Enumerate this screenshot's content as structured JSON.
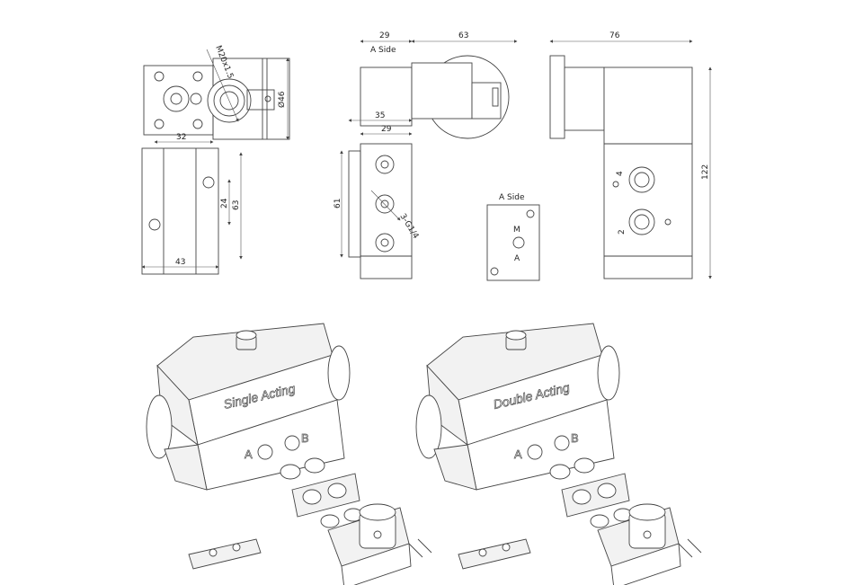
{
  "front_view": {
    "thread_label": "M20x1.5",
    "diameter_label": "Ø46",
    "dim_width_top": "32",
    "dim_hole_spacing": "24",
    "dim_height": "63",
    "dim_width_bottom": "43"
  },
  "side_view": {
    "dim_top_left": "29",
    "dim_top_right": "63",
    "a_side_label": "A  Side",
    "dim_35": "35",
    "dim_29": "29",
    "dim_61": "61",
    "port_label": "3-G1/4"
  },
  "a_side_plate": {
    "title": "A  Side",
    "port_m": "M",
    "port_a": "A"
  },
  "rear_view": {
    "dim_width": "76",
    "dim_height": "122",
    "port_4": "4",
    "port_2": "2"
  },
  "assemblies": [
    {
      "label": "Single Acting",
      "port_a": "A",
      "port_b": "B"
    },
    {
      "label": "Double Acting",
      "port_a": "A",
      "port_b": "B"
    }
  ]
}
